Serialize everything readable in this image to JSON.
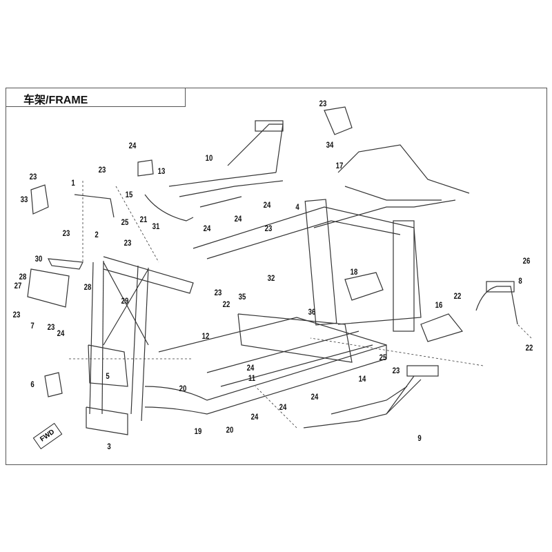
{
  "title": "车架/FRAME",
  "direction_marker": "FWD",
  "callouts": [
    "23",
    "34",
    "24",
    "13",
    "10",
    "17",
    "23",
    "33",
    "1",
    "23",
    "15",
    "4",
    "24",
    "24",
    "24",
    "23",
    "2",
    "25",
    "21",
    "31",
    "23",
    "23",
    "30",
    "18",
    "26",
    "32",
    "28",
    "27",
    "28",
    "29",
    "23",
    "35",
    "22",
    "36",
    "8",
    "7",
    "23",
    "23",
    "16",
    "22",
    "24",
    "12",
    "22",
    "25",
    "6",
    "5",
    "24",
    "11",
    "14",
    "23",
    "24",
    "20",
    "24",
    "24",
    "3",
    "19",
    "20",
    "9"
  ]
}
